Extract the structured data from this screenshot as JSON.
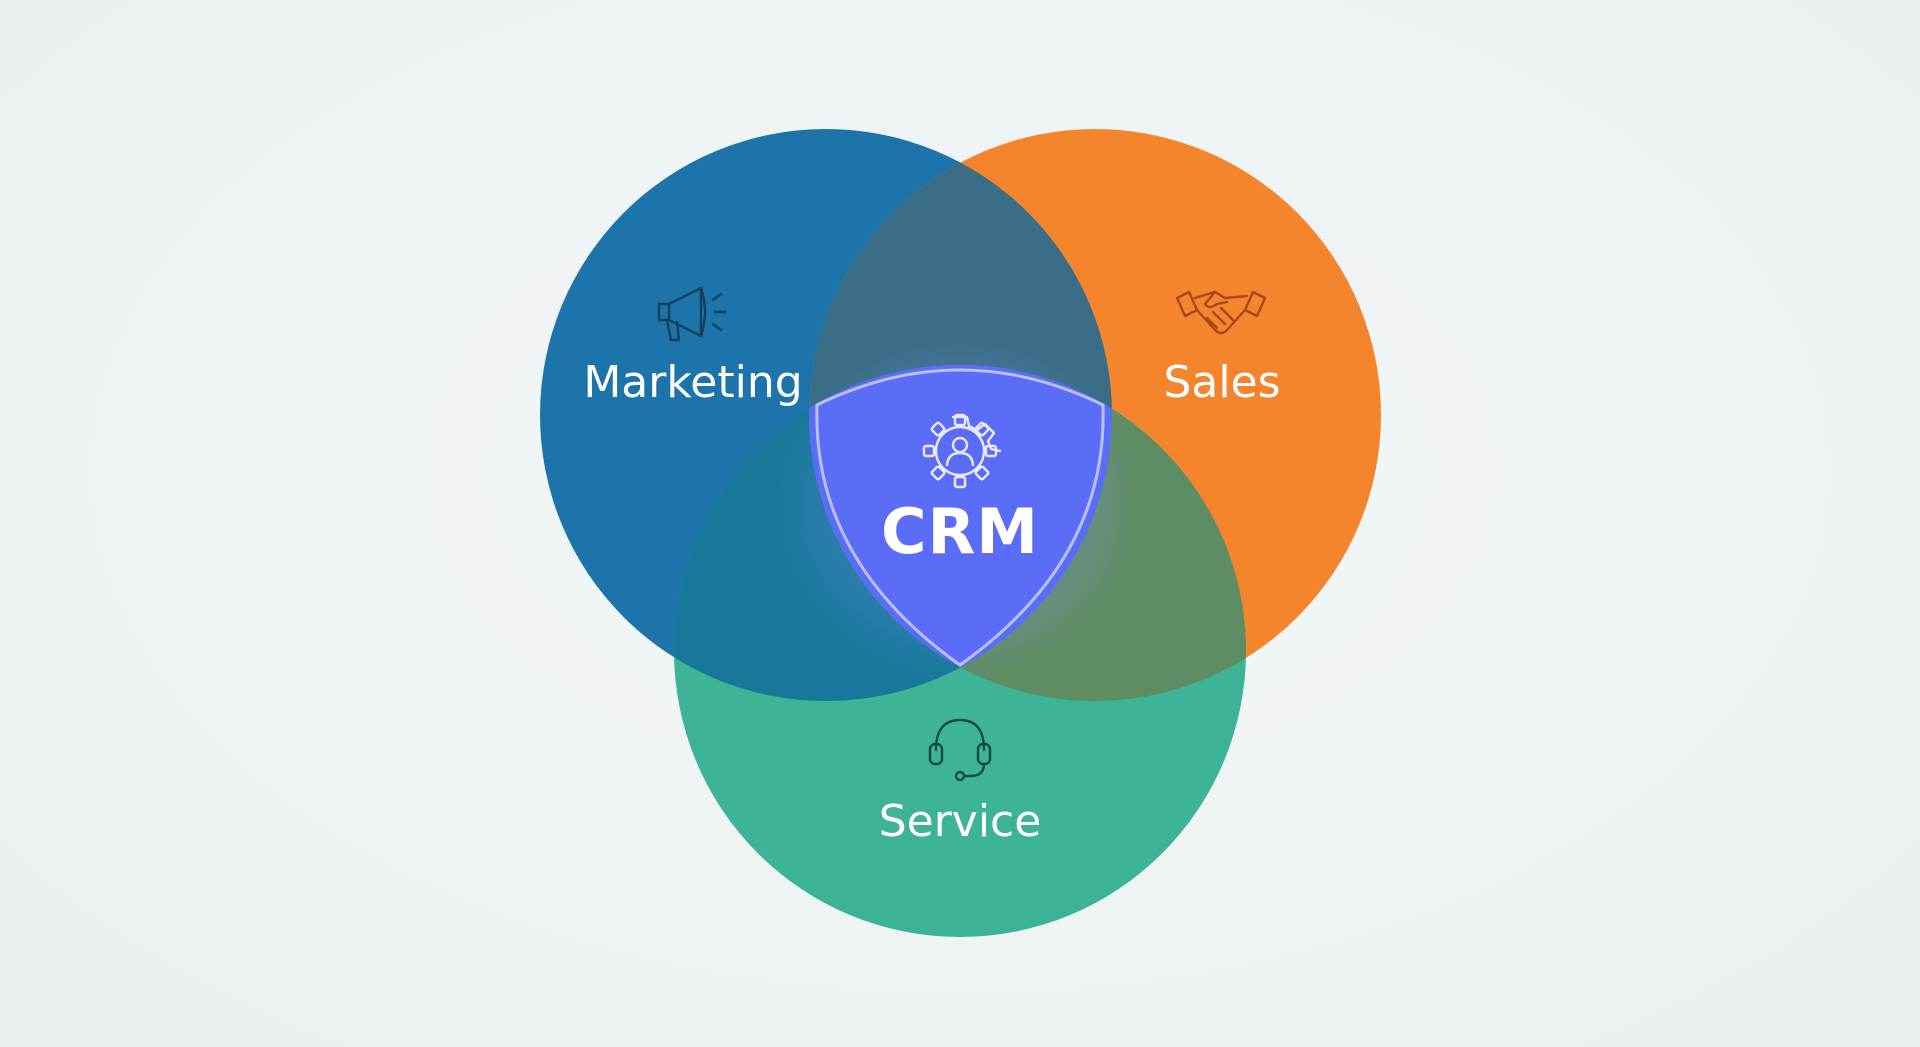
{
  "diagram": {
    "type": "venn",
    "sets": [
      {
        "id": "marketing",
        "label": "Marketing",
        "icon": "megaphone-icon",
        "color": "#1d74ab"
      },
      {
        "id": "sales",
        "label": "Sales",
        "icon": "handshake-icon",
        "color": "#f5852c"
      },
      {
        "id": "service",
        "label": "Service",
        "icon": "headset-icon",
        "color": "#2eae8c"
      }
    ],
    "center": {
      "label": "CRM",
      "icon": "gear-user-icon",
      "color": "#5b6cf6"
    },
    "icon_colors": {
      "marketing": "#153f5c",
      "sales": "#a9461b",
      "service": "#134b40",
      "center": "#e8ebff"
    }
  }
}
